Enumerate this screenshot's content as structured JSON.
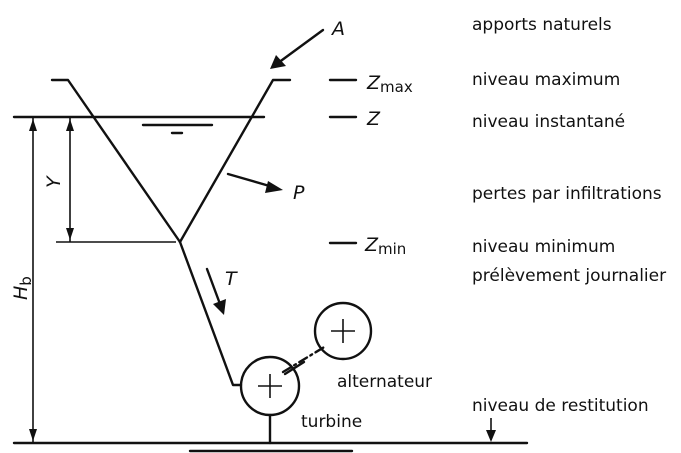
{
  "diagram": {
    "labels": {
      "apports": "apports naturels",
      "niveau_max": "niveau maximum",
      "niveau_inst": "niveau instantané",
      "pertes": "pertes par infiltrations",
      "niveau_min": "niveau minimum",
      "prelevement": "prélèvement journalier",
      "restitution": "niveau de restitution",
      "alternateur": "alternateur",
      "turbine": "turbine"
    },
    "symbols": {
      "A": "A",
      "Z": "Z",
      "max": "max",
      "min": "min",
      "P": "P",
      "T": "T",
      "Y": "Y",
      "H": "H",
      "b": "b"
    }
  }
}
